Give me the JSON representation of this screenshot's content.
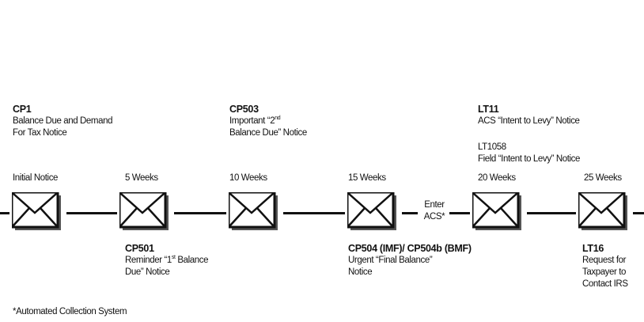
{
  "stages": [
    {
      "label": "Initial Notice",
      "top": {
        "code": "CP1",
        "lines": [
          "Balance Due and Demand",
          "For Tax Notice"
        ]
      }
    },
    {
      "label": "5 Weeks",
      "bottom": {
        "code": "CP501",
        "line1_pre": "Reminder “1",
        "line1_sup": "st",
        "line1_post": " Balance",
        "line2": "Due” Notice"
      }
    },
    {
      "label": "10 Weeks",
      "top": {
        "code": "CP503",
        "line1_pre": "Important “2",
        "line1_sup": "nd",
        "line2": "Balance Due” Notice"
      }
    },
    {
      "label": "15 Weeks",
      "bottom": {
        "code": "CP504 (IMF)/ CP504b (BMF)",
        "lines": [
          "Urgent “Final Balance”",
          "Notice"
        ]
      }
    },
    {
      "label": "20 Weeks",
      "top": {
        "code": "LT11",
        "line1": "ACS “Intent to Levy” Notice",
        "code2": "LT1058",
        "line2": "Field “Intent to Levy” Notice"
      }
    },
    {
      "label": "25 Weeks",
      "bottom": {
        "code": "LT16",
        "lines": [
          "Request for",
          "Taxpayer to",
          "Contact IRS"
        ]
      }
    }
  ],
  "enter_acs": {
    "line1": "Enter",
    "line2": "ACS*"
  },
  "footnote": "*Automated Collection System",
  "icon": "envelope-icon"
}
